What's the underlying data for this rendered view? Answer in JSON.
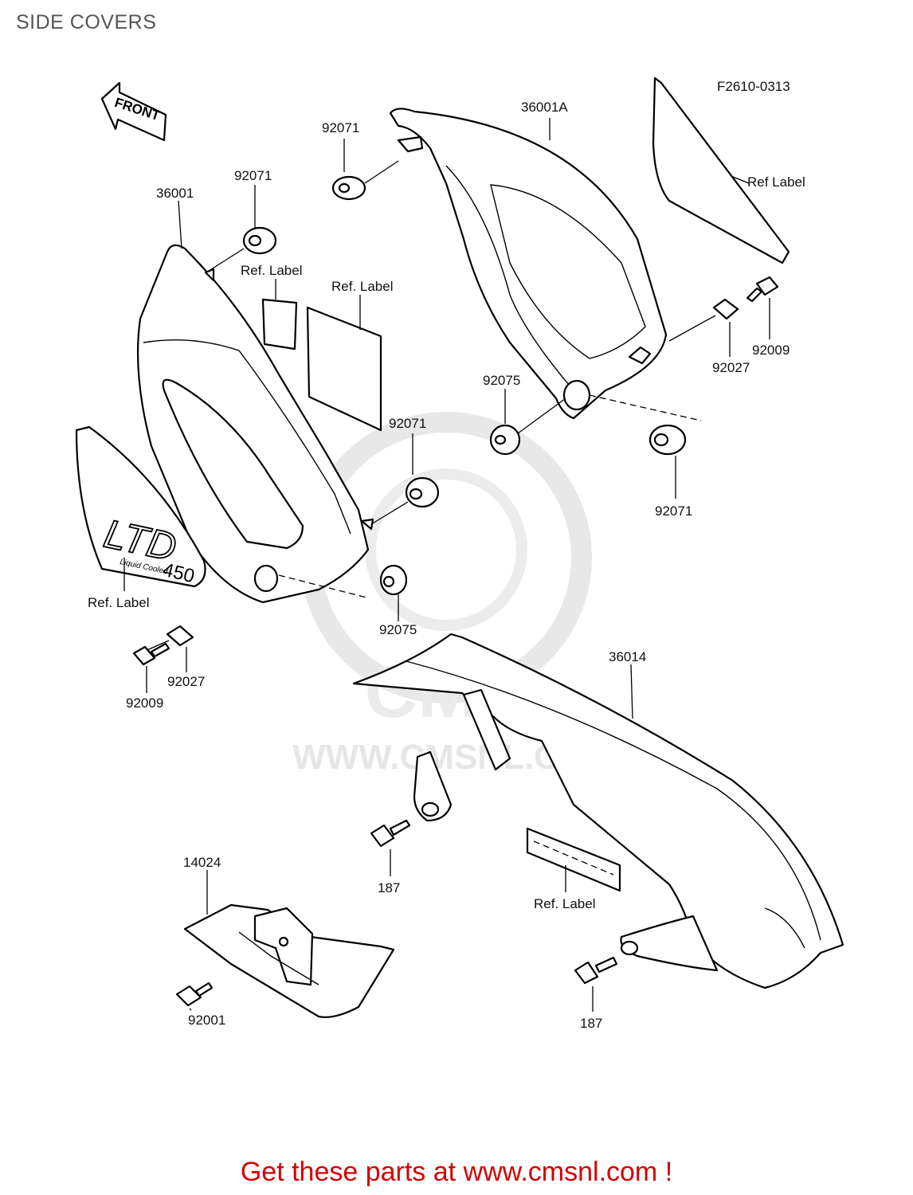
{
  "page": {
    "title": "SIDE COVERS"
  },
  "figure": {
    "code": "F2610-0313",
    "front_arrow": "FRONT"
  },
  "decal": {
    "brand": "LTD",
    "model": "450",
    "sub": "Liquid Cooled"
  },
  "watermark": {
    "site": "WWW.CMSNL.COM",
    "logo": "CMS"
  },
  "callouts": {
    "left_cover": "36001",
    "right_cover": "36001A",
    "chain_cover": "36014",
    "guard": "14024",
    "grommet_left_top": "92071",
    "grommet_right_top": "92071",
    "grommet_left_mid": "92071",
    "grommet_right_low": "92071",
    "collar_left": "92075",
    "collar_right": "92075",
    "bushing_left": "92027",
    "bushing_right": "92027",
    "bolt_left": "92009",
    "bolt_right": "92009",
    "bolt_chain_mid": "187",
    "bolt_chain_rear": "187",
    "bolt_guard": "92001",
    "label_left_small": "Ref. Label",
    "label_left_large": "Ref. Label",
    "label_decal": "Ref. Label",
    "label_right_panel": "Ref Label",
    "label_chain": "Ref. Label"
  },
  "promo": {
    "text": "Get these parts at www.cmsnl.com !",
    "color": "#d40000"
  },
  "colors": {
    "line": "#000000",
    "watermark": "#e6e6e6",
    "title": "#555555"
  }
}
